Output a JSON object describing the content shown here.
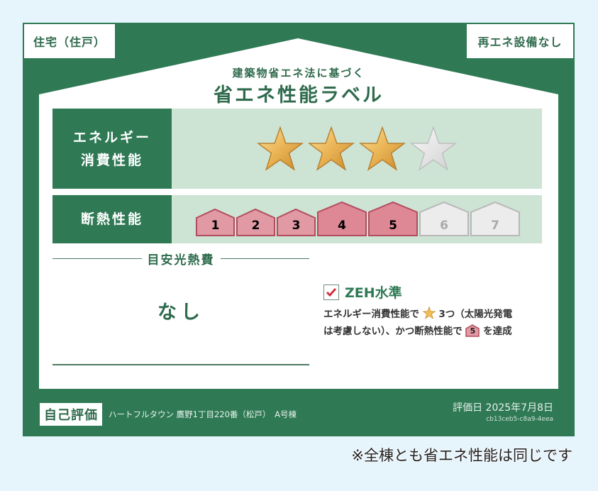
{
  "label": {
    "building_type": "住宅（住戸）",
    "renewable": "再エネ設備なし",
    "subtitle": "建築物省エネ法に基づく",
    "title": "省エネ性能ラベル",
    "energy": {
      "label_line1": "エネルギー",
      "label_line2": "消費性能",
      "stars_total": 4,
      "stars_achieved": 3,
      "colors": {
        "achieved": "#e8b24a",
        "empty": "#d8d8d8"
      }
    },
    "insulation": {
      "label": "断熱性能",
      "levels": [
        "1",
        "2",
        "3",
        "4",
        "5",
        "6",
        "7"
      ],
      "achieved_level": 5,
      "colors": {
        "achieved": "#d9707f",
        "empty": "#e4e4e4"
      }
    },
    "utility_cost": {
      "heading": "目安光熱費",
      "value": "なし"
    },
    "zeh": {
      "checked": true,
      "heading": "ZEH水準",
      "line1_a": "エネルギー消費性能で",
      "line1_b": "3つ（太陽光発電",
      "line2_a": "は考慮しない）、かつ断熱性能で",
      "line2_badge": "5",
      "line2_b": "を達成"
    },
    "footer": {
      "badge": "自己評価",
      "address": "ハートフルタウン 鷹野1丁目220番（松戸）　A号棟",
      "date": "評価日 2025年7月8日",
      "code": "cb13ceb5-c8a9-4eea"
    },
    "colors": {
      "primary_green": "#2f7a55",
      "row_bg": "#cde3d3",
      "page_bg": "#e6f4fc"
    }
  },
  "note": "※全棟とも省エネ性能は同じです"
}
